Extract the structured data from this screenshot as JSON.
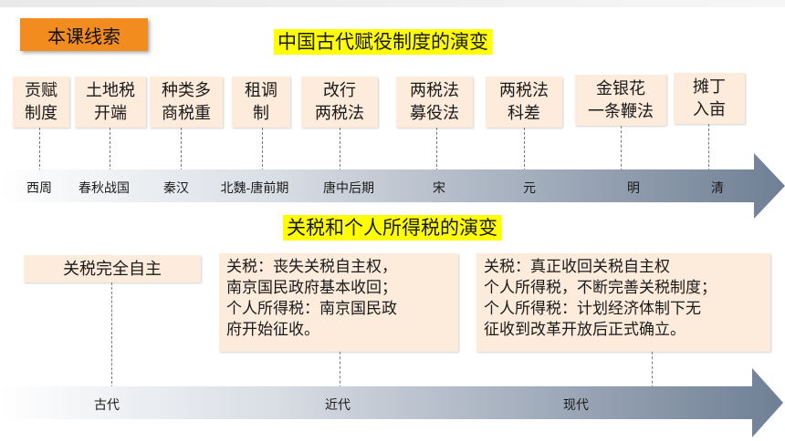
{
  "tag": "本课线索",
  "section1": {
    "title": "中国古代赋役制度的演变",
    "boxes": [
      {
        "text": "贡赋\n制度"
      },
      {
        "text": "土地税\n开端"
      },
      {
        "text": "种类多\n商税重"
      },
      {
        "text": "租调\n制"
      },
      {
        "text": "改行\n两税法"
      },
      {
        "text": "两税法\n募役法"
      },
      {
        "text": "两税法\n科差"
      },
      {
        "text": "金银花\n一条鞭法"
      },
      {
        "text": "摊丁\n入亩"
      }
    ],
    "periods": [
      "西周",
      "春秋战国",
      "秦汉",
      "北魏-唐前期",
      "唐中后期",
      "宋",
      "元",
      "明",
      "清"
    ]
  },
  "section2": {
    "title": "关税和个人所得税的演变",
    "boxes": [
      {
        "text": "关税完全自主"
      },
      {
        "text": "关税：丧失关税自主权，\n南京国民政府基本收回；\n个人所得税：南京国民政\n府开始征收。"
      },
      {
        "text": "关税：真正收回关税自主权\n个人所得税，不断完善关税制度；\n个人所得税：计划经济体制下无\n征收到改革开放后正式确立。"
      }
    ],
    "periods": [
      "古代",
      "近代",
      "现代"
    ]
  },
  "colors": {
    "tag": "#f28c1e",
    "header_highlight": "#ffff00",
    "box_fill": "#fdebdb",
    "arrow_dark": "#6f7f95"
  }
}
